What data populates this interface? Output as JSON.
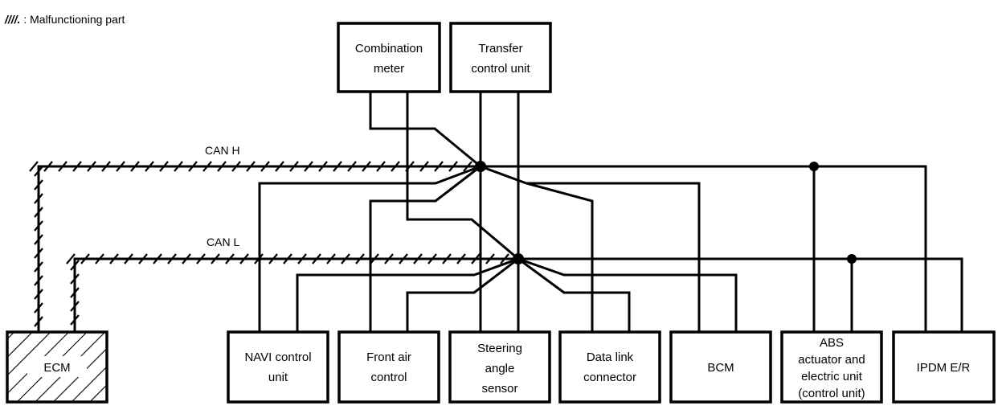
{
  "legend": {
    "symbol": "////.",
    "text": ": Malfunctioning part"
  },
  "buses": {
    "can_h": "CAN H",
    "can_l": "CAN L"
  },
  "units": {
    "combination_meter": [
      "Combination",
      "meter"
    ],
    "transfer_control_unit": [
      "Transfer",
      "control unit"
    ],
    "ecm": [
      "ECM"
    ],
    "navi_control_unit": [
      "NAVI control",
      "unit"
    ],
    "front_air_control": [
      "Front air",
      "control"
    ],
    "steering_angle_sensor": [
      "Steering",
      "angle",
      "sensor"
    ],
    "data_link_connector": [
      "Data link",
      "connector"
    ],
    "bcm": [
      "BCM"
    ],
    "abs_actuator": [
      "ABS",
      "actuator and",
      "electric unit",
      "(control unit)"
    ],
    "ipdm_er": [
      "IPDM E/R"
    ]
  },
  "malfunctioning": [
    "ecm"
  ],
  "colors": {
    "line": "#000000",
    "background": "#ffffff"
  }
}
